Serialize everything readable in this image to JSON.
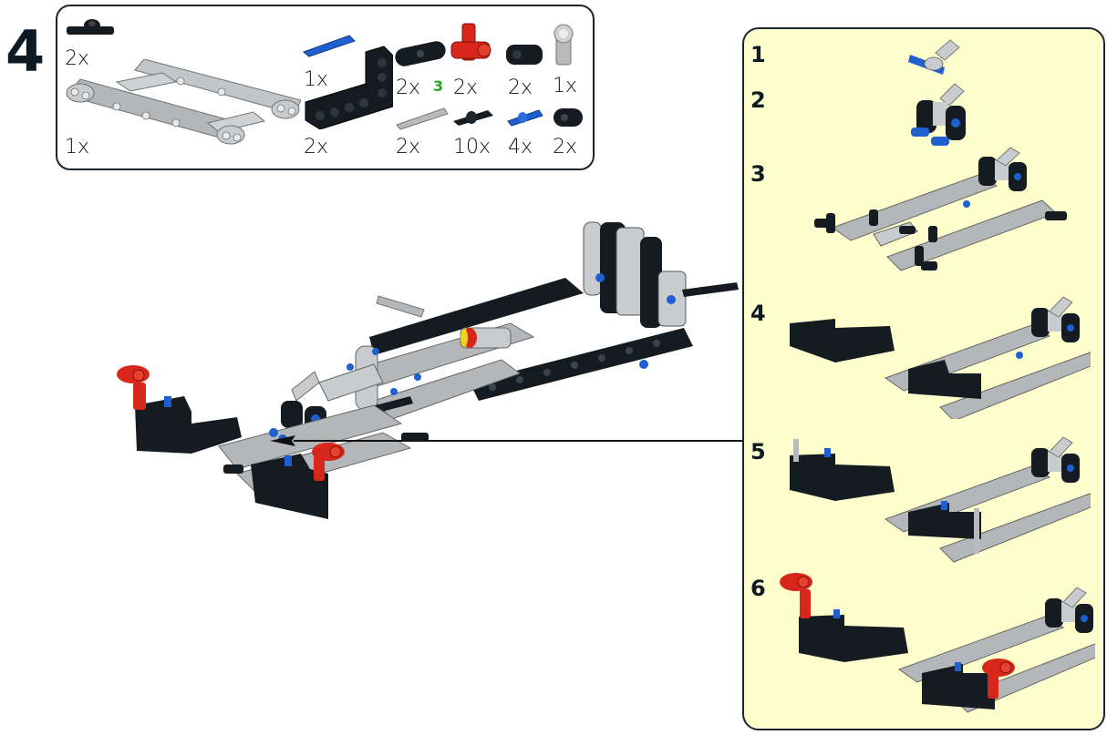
{
  "step": {
    "number": "4"
  },
  "parts_list": {
    "submodel_count_badge": "3",
    "parts": [
      {
        "name": "pin-connector-perpendicular-black",
        "qty": "2x",
        "color": "#1b2228"
      },
      {
        "name": "frame-5x11-light-gray",
        "qty": "1x",
        "color": "#a9acae"
      },
      {
        "name": "axle-pin-blue",
        "qty": "1x",
        "color": "#1f5fd0"
      },
      {
        "name": "l-beam-3x5-black",
        "qty": "2x",
        "color": "#1b2228"
      },
      {
        "name": "beam-3-thin-black",
        "qty": "2x",
        "color": "#1b2228"
      },
      {
        "name": "axle-connector-angled-red",
        "qty": "2x",
        "color": "#d8261a"
      },
      {
        "name": "cross-block-black",
        "qty": "2x",
        "color": "#1b2228"
      },
      {
        "name": "angle-connector-light-gray",
        "qty": "1x",
        "color": "#b8babc"
      },
      {
        "name": "axle-gray",
        "qty": "2x",
        "color": "#b8babc"
      },
      {
        "name": "friction-pin-black",
        "qty": "10x",
        "color": "#1b2228"
      },
      {
        "name": "pin-3l-blue",
        "qty": "4x",
        "color": "#1f5fd0"
      },
      {
        "name": "beam-2-thin-black",
        "qty": "2x",
        "color": "#1b2228"
      }
    ]
  },
  "callout": {
    "background": "#ffffcd",
    "substeps": [
      {
        "number": "1"
      },
      {
        "number": "2"
      },
      {
        "number": "3"
      },
      {
        "number": "4"
      },
      {
        "number": "5"
      },
      {
        "number": "6"
      }
    ]
  },
  "colors": {
    "black_part": "#141c22",
    "gray_part": "#b4b7b9",
    "blue_part": "#1f5fd0",
    "red_part": "#d8261a",
    "outline": "#1b2530"
  }
}
